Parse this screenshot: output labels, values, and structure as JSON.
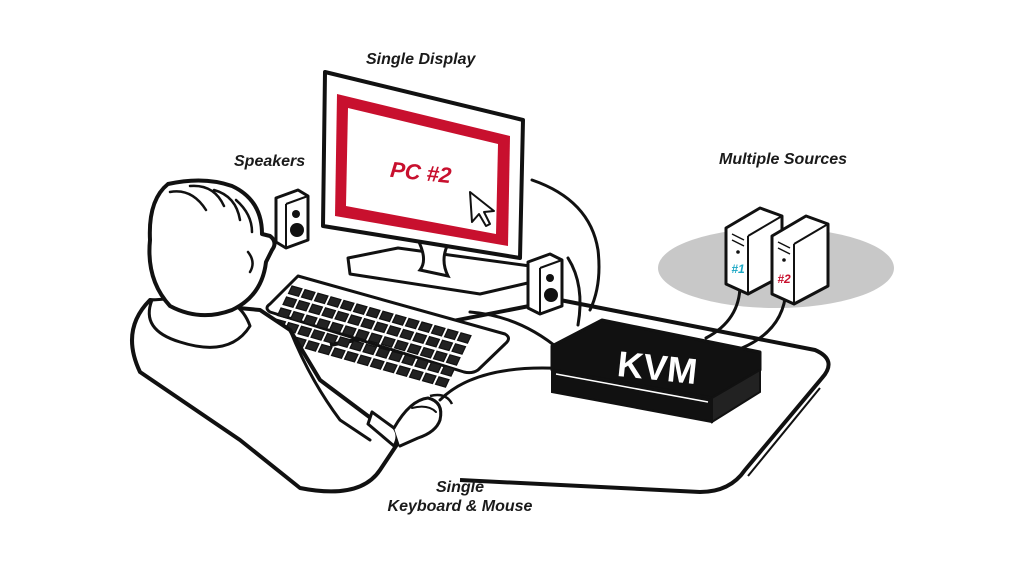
{
  "labels": {
    "display": "Single Display",
    "speakers": "Speakers",
    "sources": "Multiple Sources",
    "km_line1": "Single",
    "km_line2": "Keyboard & Mouse"
  },
  "screen_text": "PC #2",
  "kvm_text": "KVM",
  "pc1_label": "#1",
  "pc2_label": "#2",
  "colors": {
    "accent_red": "#c8102e",
    "pc1_cyan": "#1aa7c4",
    "outline": "#111111",
    "shadow_gray": "#c8c8c8"
  }
}
